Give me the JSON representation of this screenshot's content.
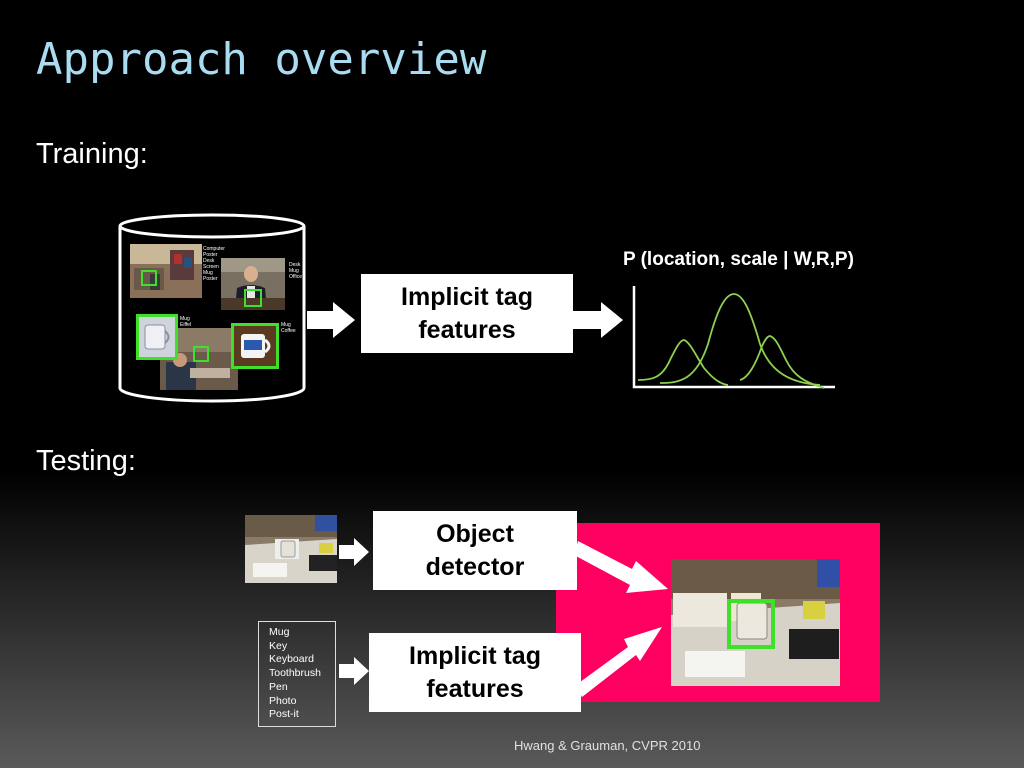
{
  "slide": {
    "title": "Approach overview",
    "training_label": "Training:",
    "testing_label": "Testing:",
    "footer": "Hwang & Grauman, CVPR 2010"
  },
  "training": {
    "database_tags": {
      "tag_list_1": "Computer\nPoster\nDesk\nScreen\nMug\nPoster",
      "tag_list_2": "Desk\nMug\nOffice",
      "tag_list_3": "Mug\nEiffel",
      "tag_list_4": "Mug\nCoffee"
    },
    "feature_box": "Implicit tag\nfeatures",
    "distribution_label": "P (location, scale | W,R,P)"
  },
  "testing": {
    "detector_box": "Object\ndetector",
    "feature_box": "Implicit tag\nfeatures",
    "tags": [
      "Mug",
      "Key",
      "Keyboard",
      "Toothbrush",
      "Pen",
      "Photo",
      "Post-it"
    ]
  },
  "colors": {
    "title": "#a9dcf0",
    "detection_box": "#3ee02a",
    "curve": "#8fd14f",
    "output_panel": "#ff0060"
  }
}
